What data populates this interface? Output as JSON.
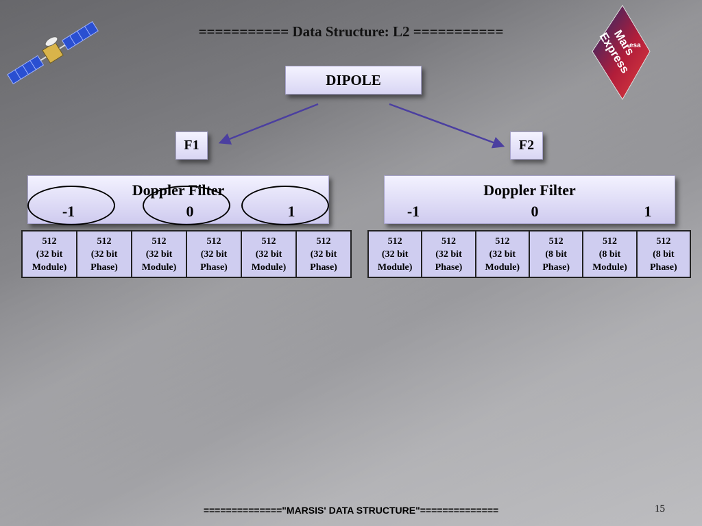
{
  "slide": {
    "title": "=========== Data Structure: L2 ===========",
    "root_label": "DIPOLE",
    "footer": "==============\"MARSIS' DATA STRUCTURE\"==============",
    "page_number": "15"
  },
  "logo": {
    "line1": "Mars",
    "line2": "Express",
    "brand": "esa"
  },
  "branches": [
    {
      "label": "F1",
      "filter_title": "Doppler Filter",
      "filter_indices": [
        "-1",
        "0",
        "1"
      ],
      "cells": [
        [
          "512",
          "(32 bit",
          "Module)"
        ],
        [
          "512",
          "(32 bit",
          "Phase)"
        ],
        [
          "512",
          "(32 bit",
          "Module)"
        ],
        [
          "512",
          "(32 bit",
          "Phase)"
        ],
        [
          "512",
          "(32 bit",
          "Module)"
        ],
        [
          "512",
          "(32 bit",
          "Phase)"
        ]
      ]
    },
    {
      "label": "F2",
      "filter_title": "Doppler Filter",
      "filter_indices": [
        "-1",
        "0",
        "1"
      ],
      "cells": [
        [
          "512",
          "(32 bit",
          "Module)"
        ],
        [
          "512",
          "(32 bit",
          "Phase)"
        ],
        [
          "512",
          "(32 bit",
          "Module)"
        ],
        [
          "512",
          "(8 bit",
          "Phase)"
        ],
        [
          "512",
          "(8 bit",
          "Module)"
        ],
        [
          "512",
          "(8 bit",
          "Phase)"
        ]
      ]
    }
  ],
  "colors": {
    "arrow": "#4b3fa0",
    "box_fill": "#d9d6f4",
    "cell_fill": "#cfcdf0"
  }
}
